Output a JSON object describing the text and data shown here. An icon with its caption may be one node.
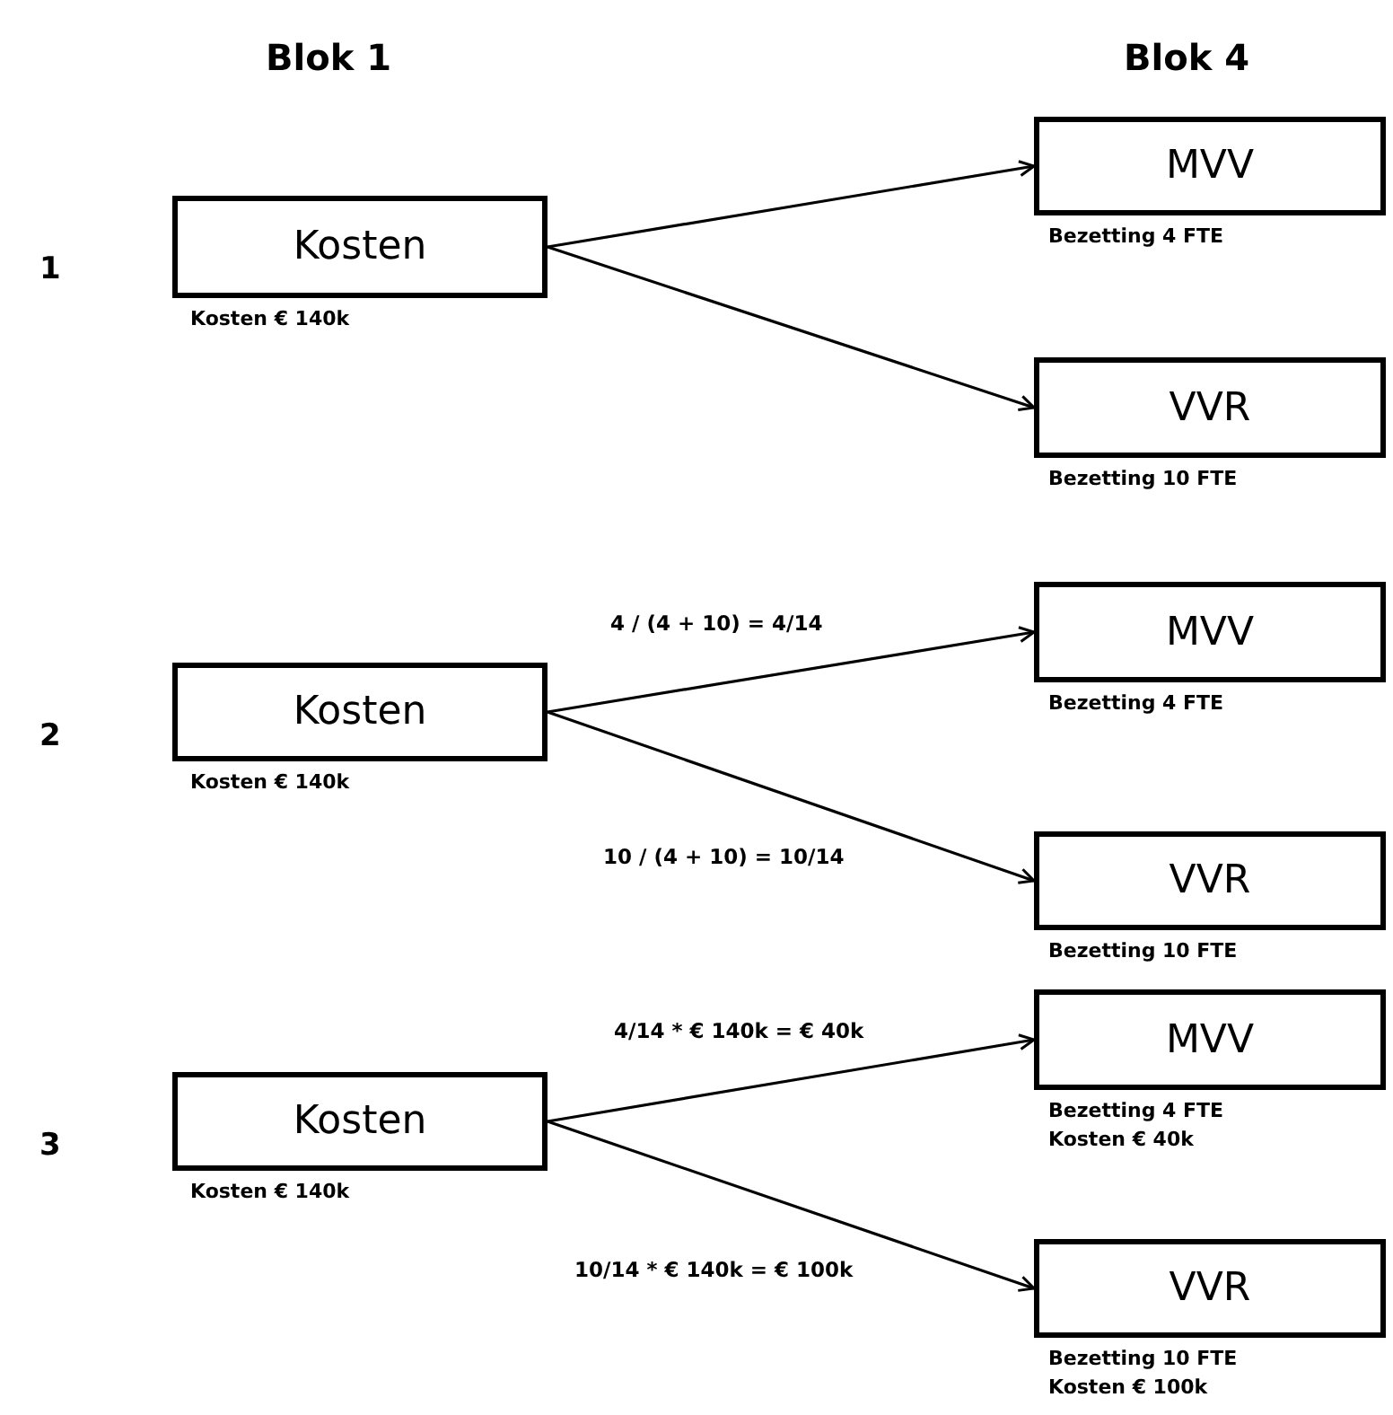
{
  "diagram": {
    "nodes": [
      {
        "text": [
          "Kosten"
        ],
        "beside": [
          "Kosten € 140k"
        ]
      },
      {
        "text": [
          "MVV"
        ],
        "beside": [
          "Bezetting 4 FTE"
        ]
      },
      {
        "text": [
          "VVR"
        ],
        "beside": [
          "Bezetting 10 FTE"
        ]
      },
      {
        "text": [
          "Kosten"
        ],
        "beside": [
          "Kosten € 140k"
        ]
      },
      {
        "text": [
          "MVV"
        ],
        "beside": [
          "Bezetting 4 FTE"
        ]
      },
      {
        "text": [
          "VVR"
        ],
        "beside": [
          "Bezetting 10 FTE"
        ]
      },
      {
        "text": [
          "Kosten"
        ],
        "beside": [
          "Kosten € 140k"
        ]
      },
      {
        "text": [
          "MVV"
        ],
        "beside": [
          "Bezetting 4 FTE",
          "Kosten € 40k"
        ]
      },
      {
        "text": [
          "VVR"
        ],
        "beside": [
          "Bezetting 10 FTE",
          "Kosten € 100k"
        ]
      }
    ],
    "edges": [
      {
        "from": 0,
        "to": 1,
        "arrow": "to"
      },
      {
        "from": 0,
        "to": 2,
        "arrow": "to"
      },
      {
        "from": 3,
        "to": 4,
        "arrow": "to",
        "label": "4 / (4 + 10) = 4/14"
      },
      {
        "from": 3,
        "to": 5,
        "arrow": "to",
        "label": "10 / (4 + 10) = 10/14"
      },
      {
        "from": 6,
        "to": 7,
        "arrow": "to",
        "label": "4/14 * € 140k = € 40k"
      },
      {
        "from": 6,
        "to": 8,
        "arrow": "to",
        "label": "10/14 * € 140k = € 100k"
      }
    ],
    "labels": [
      "Blok 1",
      "Blok 4",
      "1",
      "2",
      "3"
    ]
  }
}
